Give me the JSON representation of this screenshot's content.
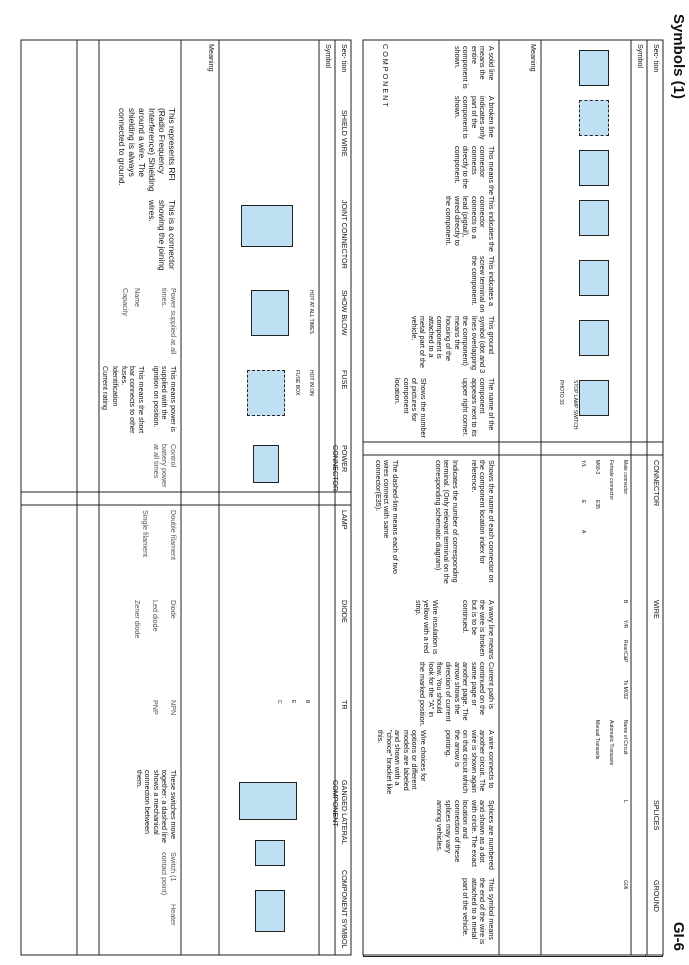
{
  "header": {
    "title": "Symbols (1)",
    "page": "GI-6"
  },
  "columns": {
    "section": "Sec- tion",
    "symbol": "Symbol",
    "meaning": "Meaning"
  },
  "left_table": {
    "sections": [
      "COMPONENT",
      "CONNECTOR",
      "WIRE",
      "SPLICES",
      "GROUND"
    ],
    "component_rows": [
      "A solid line means the entire component is shown.",
      "A broken line indicates only part of the component is shown.",
      "This means the connector connects directly to the component.",
      "This indicates the connector connects to a lead (pigtail), wired directly to the component.",
      "This indicates a screw terminal on the component.",
      "This ground symbol (dot and 3 lines overlapping the component) means the housing of the component is attached to a metal part of the vehicle.",
      "The name of the component appears next to its upper right corner.",
      "Shows the number of pictures for component location."
    ],
    "component_labels": {
      "stop_lamp": "STOP LAMP SWITCH",
      "photo": "PHOTO 33"
    },
    "connector_rows": [
      "Shows the name of each connector on the component location index for reference.",
      "Indicates the number of corresponding terminal. (Only relevant terminal on the corresponding schematic diagram)",
      "The dashed-line means each of two wires connect with same connector(E35)."
    ],
    "connector_labels": {
      "male": "Male connector",
      "female": "Female connector",
      "m68": "M68-3",
      "e35": "E35",
      "yl": "Y/L",
      "e": "E",
      "a": "A"
    },
    "wire_rows": [
      "A wavy line means the wire is broken but is to be continued.",
      "Wire insulation is yellow with a red strip.",
      "Current path is continued on the same page or another page. The arrow shows the direction of current flow. You should look for the \"A\" in the marked position.",
      "A wire connects to another circuit. The wire is shown again on that circuit which the arrow is pointing.",
      "Wire choices for options or different models are labeled and shown with a \"choice\" bracket like this."
    ],
    "wire_labels": {
      "b": "B",
      "yr": "Y/R",
      "rear": "Rear/C&P",
      "to": "To M032",
      "name_circuit": "Name of Circuit",
      "auto": "Automatic Transaxle",
      "manual": "Manual Transaxle",
      "l": "L"
    },
    "splice_rows": [
      "Splices are numbered and shown as a dot with circle. The exact location and connection of these splices may vary among vehicles."
    ],
    "ground_rows": [
      "This symbol means the end of the wire is attached to a metal part of the vehicle."
    ],
    "ground_label": "G06"
  },
  "right_table": {
    "sections": [
      "SHIELD WIRE",
      "JOINT CONNECTOR",
      "SHOW BLOW",
      "FUSE",
      "POWER CONNECTOR",
      "LAMP",
      "DIODE",
      "TR",
      "GANGED LATERAL COMPONENT",
      "COMPONENT SYMBOL"
    ],
    "rows": {
      "shield": "This represents RFI (Radio Frequency Interference) Shielding around a wire. The shielding is always connected to ground.",
      "joint": "This is a connector showing the joining wires.",
      "blow": "Power supplied at all times.",
      "blow_name": "Name",
      "blow_cap": "Capacity",
      "fuse_1": "This means power is supplied with the ignition on position.",
      "fuse_2": "This means the short bar connects to other fuses.",
      "fuse_3": "Identification",
      "fuse_4": "Current rating",
      "power": "Control battery power at all times",
      "lamp_double": "Double filament",
      "lamp_single": "Single filament",
      "diode": "Diode",
      "led": "Led diode",
      "zener": "Zener diode",
      "npn": "NPN",
      "pnp": "PNP",
      "ganged": "These switches move together: a dashed line shows a mechanical connection between them.",
      "switch": "Switch (1 contact point)",
      "heater": "Heater"
    },
    "labels": {
      "hot_at_all": "HOT AT ALL TIMES",
      "hot_on": "HOT IN ON",
      "fuse_box": "FUSE BOX",
      "b": "B",
      "e": "E",
      "c": "C"
    }
  }
}
